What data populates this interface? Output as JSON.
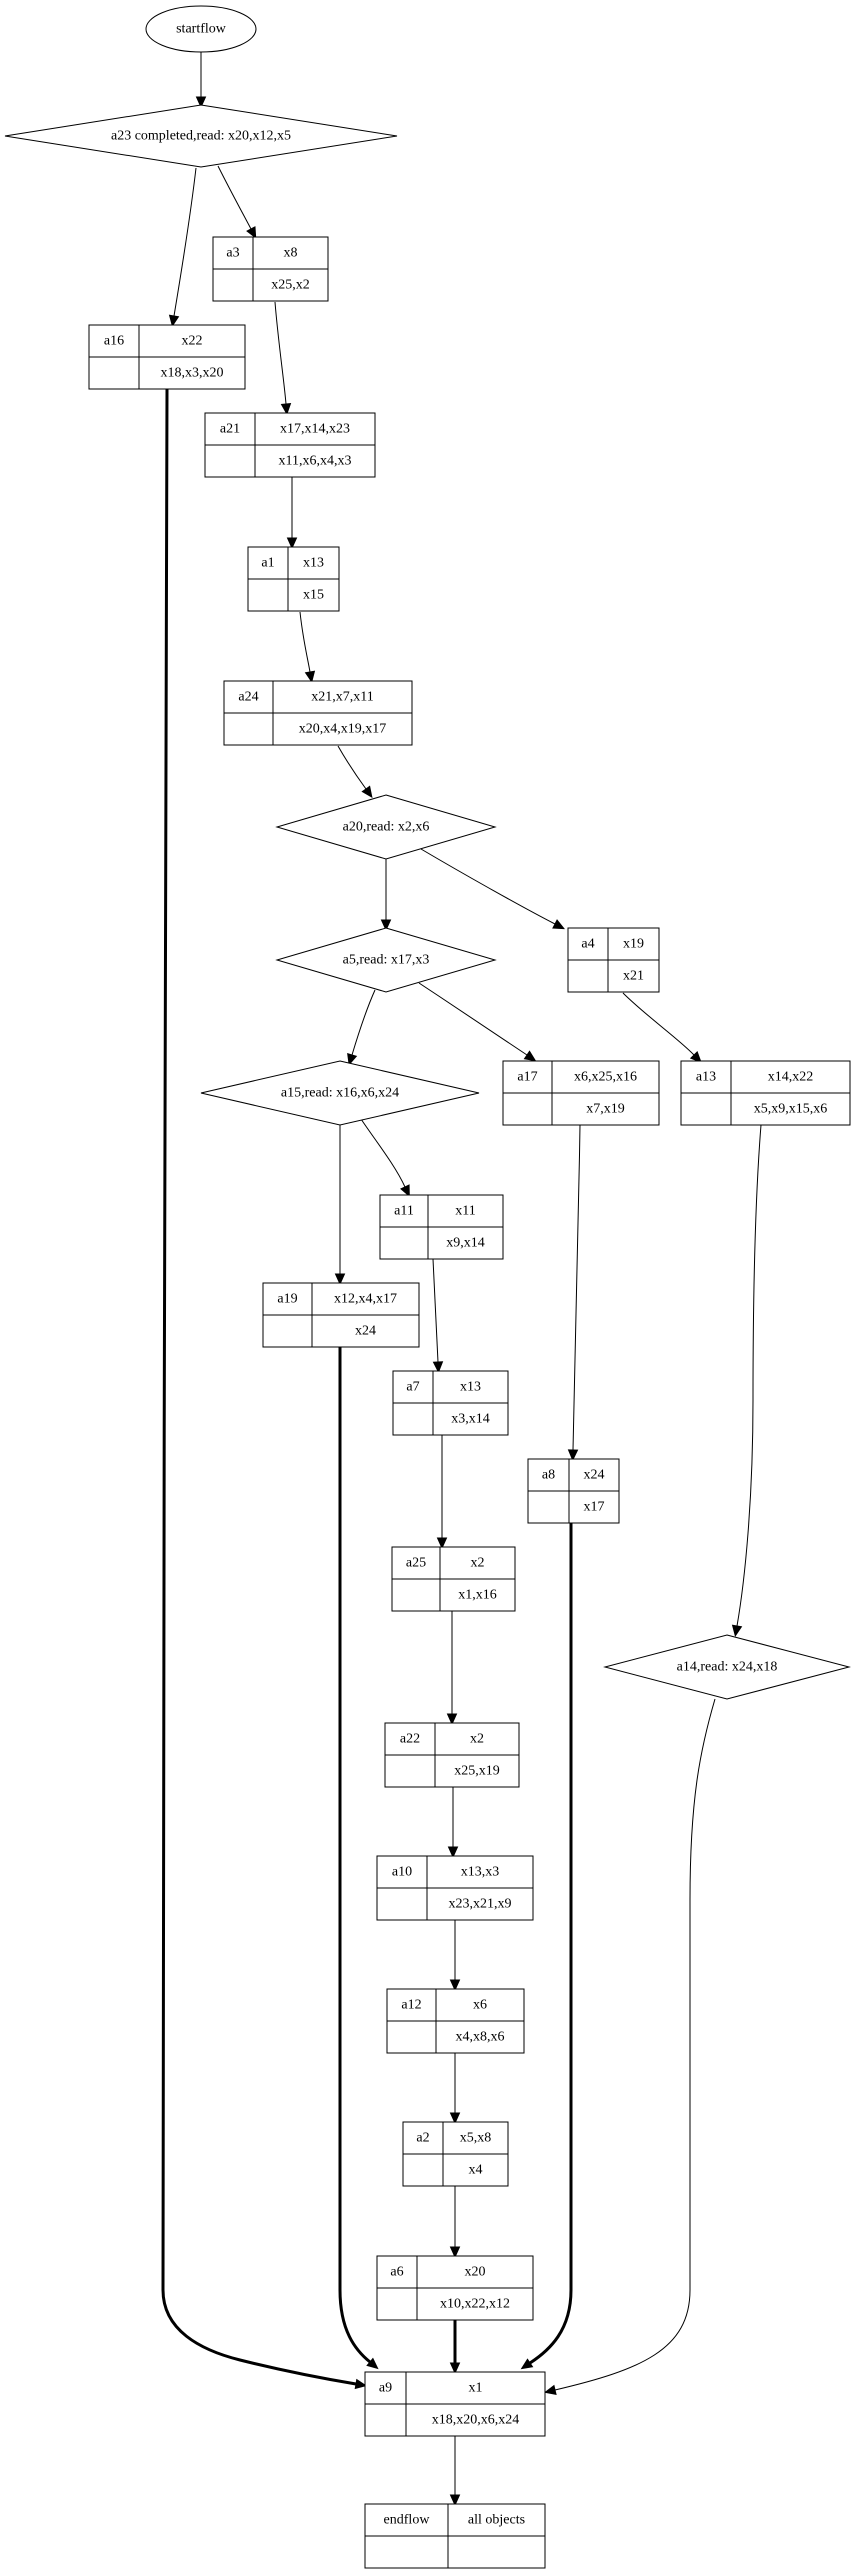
{
  "diagram": {
    "type": "flow-graph",
    "start": {
      "id": "startflow",
      "label": "startflow"
    },
    "decisions": [
      {
        "id": "a23",
        "label": "a23 completed,read: x20,x12,x5"
      },
      {
        "id": "a20",
        "label": "a20,read: x2,x6"
      },
      {
        "id": "a5",
        "label": "a5,read: x17,x3"
      },
      {
        "id": "a15",
        "label": "a15,read: x16,x6,x24"
      },
      {
        "id": "a14",
        "label": "a14,read: x24,x18"
      }
    ],
    "records": [
      {
        "id": "a3",
        "name": "a3",
        "top": "x8",
        "bottom": "x25,x2"
      },
      {
        "id": "a16",
        "name": "a16",
        "top": "x22",
        "bottom": "x18,x3,x20"
      },
      {
        "id": "a21",
        "name": "a21",
        "top": "x17,x14,x23",
        "bottom": "x11,x6,x4,x3"
      },
      {
        "id": "a1",
        "name": "a1",
        "top": "x13",
        "bottom": "x15"
      },
      {
        "id": "a24",
        "name": "a24",
        "top": "x21,x7,x11",
        "bottom": "x20,x4,x19,x17"
      },
      {
        "id": "a4",
        "name": "a4",
        "top": "x19",
        "bottom": "x21"
      },
      {
        "id": "a17",
        "name": "a17",
        "top": "x6,x25,x16",
        "bottom": "x7,x19"
      },
      {
        "id": "a13",
        "name": "a13",
        "top": "x14,x22",
        "bottom": "x5,x9,x15,x6"
      },
      {
        "id": "a11",
        "name": "a11",
        "top": "x11",
        "bottom": "x9,x14"
      },
      {
        "id": "a19",
        "name": "a19",
        "top": "x12,x4,x17",
        "bottom": "x24"
      },
      {
        "id": "a7",
        "name": "a7",
        "top": "x13",
        "bottom": "x3,x14"
      },
      {
        "id": "a8",
        "name": "a8",
        "top": "x24",
        "bottom": "x17"
      },
      {
        "id": "a25",
        "name": "a25",
        "top": "x2",
        "bottom": "x1,x16"
      },
      {
        "id": "a22",
        "name": "a22",
        "top": "x2",
        "bottom": "x25,x19"
      },
      {
        "id": "a10",
        "name": "a10",
        "top": "x13,x3",
        "bottom": "x23,x21,x9"
      },
      {
        "id": "a12",
        "name": "a12",
        "top": "x6",
        "bottom": "x4,x8,x6"
      },
      {
        "id": "a2",
        "name": "a2",
        "top": "x5,x8",
        "bottom": "x4"
      },
      {
        "id": "a6",
        "name": "a6",
        "top": "x20",
        "bottom": "x10,x22,x12"
      },
      {
        "id": "a9",
        "name": "a9",
        "top": "x1",
        "bottom": "x18,x20,x6,x24"
      },
      {
        "id": "endflow",
        "name": "endflow",
        "top": "all objects",
        "bottom": ""
      }
    ],
    "edges": [
      {
        "from": "startflow",
        "to": "a23",
        "bold": false
      },
      {
        "from": "a23",
        "to": "a16",
        "bold": false
      },
      {
        "from": "a23",
        "to": "a3",
        "bold": false
      },
      {
        "from": "a3",
        "to": "a21",
        "bold": false
      },
      {
        "from": "a21",
        "to": "a1",
        "bold": false
      },
      {
        "from": "a1",
        "to": "a24",
        "bold": false
      },
      {
        "from": "a24",
        "to": "a20",
        "bold": false
      },
      {
        "from": "a20",
        "to": "a5",
        "bold": false
      },
      {
        "from": "a20",
        "to": "a4",
        "bold": false
      },
      {
        "from": "a4",
        "to": "a13",
        "bold": false
      },
      {
        "from": "a5",
        "to": "a15",
        "bold": false
      },
      {
        "from": "a5",
        "to": "a17",
        "bold": false
      },
      {
        "from": "a15",
        "to": "a19",
        "bold": false
      },
      {
        "from": "a15",
        "to": "a11",
        "bold": false
      },
      {
        "from": "a11",
        "to": "a7",
        "bold": false
      },
      {
        "from": "a7",
        "to": "a25",
        "bold": false
      },
      {
        "from": "a25",
        "to": "a22",
        "bold": false
      },
      {
        "from": "a22",
        "to": "a10",
        "bold": false
      },
      {
        "from": "a10",
        "to": "a12",
        "bold": false
      },
      {
        "from": "a12",
        "to": "a2",
        "bold": false
      },
      {
        "from": "a2",
        "to": "a6",
        "bold": false
      },
      {
        "from": "a17",
        "to": "a8",
        "bold": false
      },
      {
        "from": "a13",
        "to": "a14",
        "bold": false
      },
      {
        "from": "a16",
        "to": "a9",
        "bold": true
      },
      {
        "from": "a19",
        "to": "a9",
        "bold": true
      },
      {
        "from": "a6",
        "to": "a9",
        "bold": true
      },
      {
        "from": "a8",
        "to": "a9",
        "bold": true
      },
      {
        "from": "a14",
        "to": "a9",
        "bold": false
      },
      {
        "from": "a9",
        "to": "endflow",
        "bold": false
      }
    ]
  }
}
